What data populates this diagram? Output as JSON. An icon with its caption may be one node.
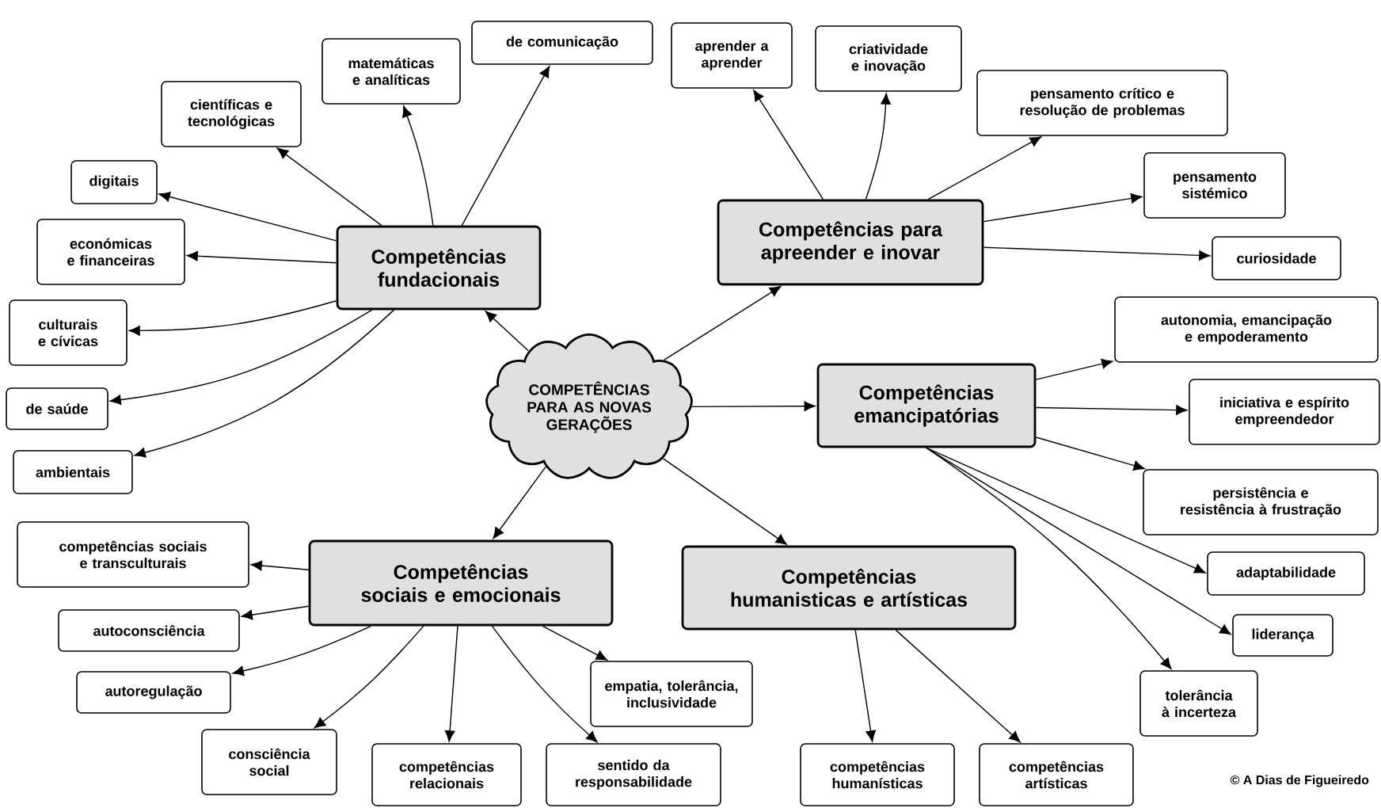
{
  "diagram": {
    "nodes": [
      {
        "text": [
          "COMPETÊNCIAS PARA AS NOVAS GERAÇÕES"
        ]
      },
      {
        "text": [
          "Competências fundacionais"
        ]
      },
      {
        "text": [
          "de comunicação"
        ]
      },
      {
        "text": [
          "matemáticas e analíticas"
        ]
      },
      {
        "text": [
          "científicas e tecnológicas"
        ]
      },
      {
        "text": [
          "digitais"
        ]
      },
      {
        "text": [
          "económicas e financeiras"
        ]
      },
      {
        "text": [
          "culturais e cívicas"
        ]
      },
      {
        "text": [
          "de saúde"
        ]
      },
      {
        "text": [
          "ambientais"
        ]
      },
      {
        "text": [
          "Competências para apreender e inovar"
        ]
      },
      {
        "text": [
          "aprender a aprender"
        ]
      },
      {
        "text": [
          "criatividade e inovação"
        ]
      },
      {
        "text": [
          "pensamento crítico e resolução de problemas"
        ]
      },
      {
        "text": [
          "pensamento sistémico"
        ]
      },
      {
        "text": [
          "curiosidade"
        ]
      },
      {
        "text": [
          "Competências emancipatórias"
        ]
      },
      {
        "text": [
          "autonomia, emancipação e empoderamento"
        ]
      },
      {
        "text": [
          "iniciativa e espírito empreendedor"
        ]
      },
      {
        "text": [
          "persistência e resistência à frustração"
        ]
      },
      {
        "text": [
          "adaptabilidade"
        ]
      },
      {
        "text": [
          "liderança"
        ]
      },
      {
        "text": [
          "tolerância à incerteza"
        ]
      },
      {
        "text": [
          "Competências sociais e emocionais"
        ]
      },
      {
        "text": [
          "competências sociais e transculturais"
        ]
      },
      {
        "text": [
          "autoconsciência"
        ]
      },
      {
        "text": [
          "autoregulação"
        ]
      },
      {
        "text": [
          "consciência social"
        ]
      },
      {
        "text": [
          "competências relacionais"
        ]
      },
      {
        "text": [
          "sentido da responsabilidade"
        ]
      },
      {
        "text": [
          "empatia, tolerância, inclusividade"
        ]
      },
      {
        "text": [
          "Competências humanisticas e artísticas"
        ]
      },
      {
        "text": [
          "competências humanísticas"
        ]
      },
      {
        "text": [
          "competências artísticas"
        ]
      }
    ],
    "edges": [
      {
        "from": 0,
        "to": 1,
        "arrow": "to"
      },
      {
        "from": 0,
        "to": 10,
        "arrow": "to"
      },
      {
        "from": 0,
        "to": 16,
        "arrow": "to"
      },
      {
        "from": 0,
        "to": 23,
        "arrow": "to"
      },
      {
        "from": 0,
        "to": 31,
        "arrow": "to"
      },
      {
        "from": 1,
        "to": 2,
        "arrow": "to"
      },
      {
        "from": 1,
        "to": 3,
        "arrow": "to"
      },
      {
        "from": 1,
        "to": 4,
        "arrow": "to"
      },
      {
        "from": 1,
        "to": 5,
        "arrow": "to"
      },
      {
        "from": 1,
        "to": 6,
        "arrow": "to"
      },
      {
        "from": 1,
        "to": 7,
        "arrow": "to"
      },
      {
        "from": 1,
        "to": 8,
        "arrow": "to"
      },
      {
        "from": 1,
        "to": 9,
        "arrow": "to"
      },
      {
        "from": 10,
        "to": 11,
        "arrow": "to"
      },
      {
        "from": 10,
        "to": 12,
        "arrow": "to"
      },
      {
        "from": 10,
        "to": 13,
        "arrow": "to"
      },
      {
        "from": 10,
        "to": 14,
        "arrow": "to"
      },
      {
        "from": 10,
        "to": 15,
        "arrow": "to"
      },
      {
        "from": 16,
        "to": 17,
        "arrow": "to"
      },
      {
        "from": 16,
        "to": 18,
        "arrow": "to"
      },
      {
        "from": 16,
        "to": 19,
        "arrow": "to"
      },
      {
        "from": 16,
        "to": 20,
        "arrow": "to"
      },
      {
        "from": 16,
        "to": 21,
        "arrow": "to"
      },
      {
        "from": 16,
        "to": 22,
        "arrow": "to"
      },
      {
        "from": 23,
        "to": 24,
        "arrow": "to"
      },
      {
        "from": 23,
        "to": 25,
        "arrow": "to"
      },
      {
        "from": 23,
        "to": 26,
        "arrow": "to"
      },
      {
        "from": 23,
        "to": 27,
        "arrow": "to"
      },
      {
        "from": 23,
        "to": 28,
        "arrow": "to"
      },
      {
        "from": 23,
        "to": 29,
        "arrow": "to"
      },
      {
        "from": 23,
        "to": 30,
        "arrow": "to"
      },
      {
        "from": 31,
        "to": 32,
        "arrow": "to"
      },
      {
        "from": 31,
        "to": 33,
        "arrow": "to"
      }
    ],
    "labels": [
      "© A Dias de Figueiredo"
    ]
  }
}
